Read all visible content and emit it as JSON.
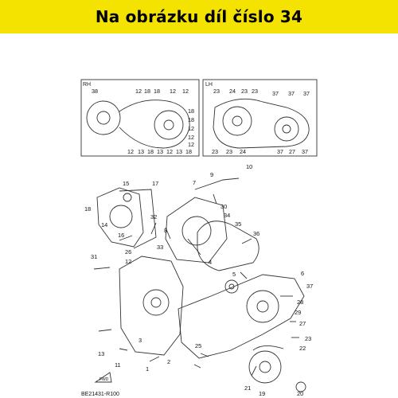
{
  "header": {
    "title": "Na obrázku díl číslo 34",
    "background": "#f4e200"
  },
  "diagram": {
    "inset_rh_label": "RH",
    "inset_lh_label": "LH",
    "fwd_label": "FWD",
    "drawing_code": "BE21431-R100",
    "line_color": "#333333",
    "rh_callouts": [
      "38",
      "12",
      "18",
      "18",
      "12",
      "12",
      "18",
      "18",
      "12",
      "12",
      "12",
      "12",
      "13",
      "18",
      "13",
      "12",
      "13",
      "18"
    ],
    "lh_callouts": [
      "23",
      "24",
      "23",
      "23",
      "37",
      "37",
      "37",
      "23",
      "23",
      "24",
      "37",
      "27",
      "37"
    ],
    "main_callouts": [
      "10",
      "9",
      "7",
      "15",
      "17",
      "18",
      "14",
      "16",
      "32",
      "30",
      "34",
      "35",
      "8",
      "36",
      "33",
      "31",
      "26",
      "12",
      "4",
      "5",
      "6",
      "37",
      "28",
      "29",
      "27",
      "23",
      "22",
      "25",
      "3",
      "2",
      "1",
      "13",
      "11",
      "21",
      "19",
      "20"
    ]
  }
}
